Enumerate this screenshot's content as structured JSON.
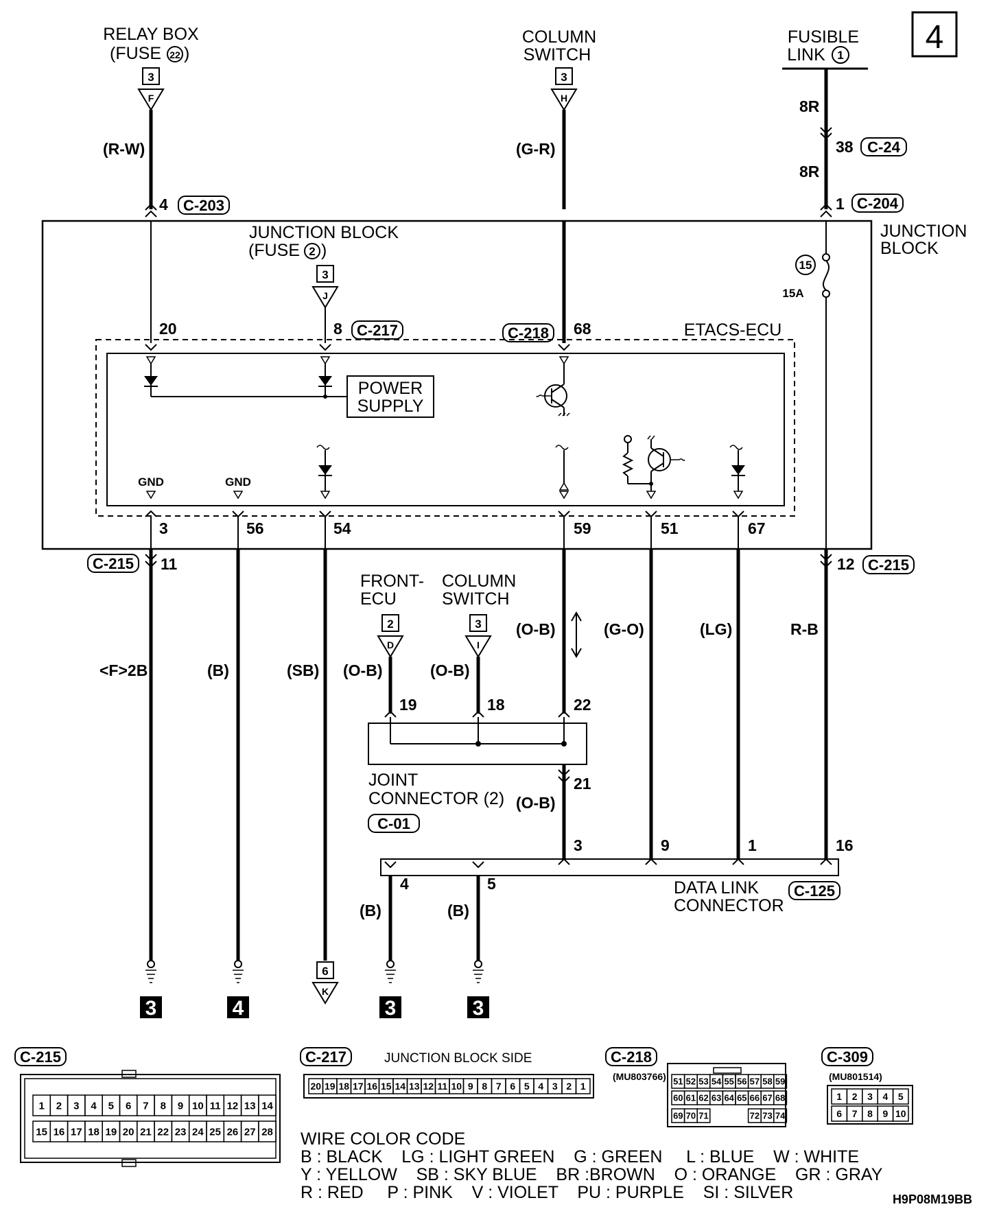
{
  "page_number": "4",
  "figure_id": "H9P08M19BB",
  "top_sources": {
    "relay_box": {
      "line1": "RELAY BOX",
      "line2": "(FUSE",
      "fuse": "22",
      "line2_end": ")",
      "page": "3",
      "connector": "F"
    },
    "column_switch": {
      "line1": "COLUMN",
      "line2": "SWITCH",
      "page": "3",
      "connector": "H"
    },
    "fusible_link": {
      "line1": "FUSIBLE",
      "line2": "LINK",
      "num": "1"
    }
  },
  "wires": {
    "rw": "(R-W)",
    "gr": "(G-R)",
    "r8a": "8R",
    "r8b": "8R",
    "f2b": "<F>2B",
    "b1": "(B)",
    "sb": "(SB)",
    "ob1": "(O-B)",
    "ob2": "(O-B)",
    "ob3": "(O-B)",
    "go": "(G-O)",
    "lg": "(LG)",
    "rb": "R-B",
    "ob4": "(O-B)",
    "b2": "(B)",
    "b3": "(B)"
  },
  "connectors": {
    "c203": "C-203",
    "c204": "C-204",
    "c24": "C-24",
    "c217": "C-217",
    "c218": "C-218",
    "c215a": "C-215",
    "c215b": "C-215",
    "c01": "C-01",
    "c125": "C-125"
  },
  "pins": {
    "p4": "4",
    "p1": "1",
    "p38": "38",
    "p20": "20",
    "p8": "8",
    "p68": "68",
    "p3": "3",
    "p56": "56",
    "p54": "54",
    "p59": "59",
    "p51": "51",
    "p67": "67",
    "p11": "11",
    "p12": "12",
    "p19": "19",
    "p18": "18",
    "p22": "22",
    "p21": "21",
    "d3": "3",
    "d9": "9",
    "d1": "1",
    "d16": "16",
    "d4": "4",
    "d5": "5"
  },
  "junction_block": {
    "label1": "JUNCTION",
    "label2": "BLOCK",
    "fuse_label1": "JUNCTION BLOCK",
    "fuse_label2": "(FUSE",
    "fuse_num": "2",
    "fuse_label2_end": ")",
    "fuse_page": "3",
    "fuse_connector": "J",
    "fuse15": "15",
    "fuse15_amp": "15A"
  },
  "etacs": {
    "label": "ETACS-ECU",
    "power1": "POWER",
    "power2": "SUPPLY",
    "gnd1": "GND",
    "gnd2": "GND"
  },
  "mid_sources": {
    "front_ecu": {
      "line1": "FRONT-",
      "line2": "ECU",
      "page": "2",
      "connector": "D"
    },
    "column_switch2": {
      "line1": "COLUMN",
      "line2": "SWITCH",
      "page": "3",
      "connector": "I"
    }
  },
  "joint_connector": {
    "line1": "JOINT",
    "line2": "CONNECTOR (2)"
  },
  "data_link": {
    "line1": "DATA LINK",
    "line2": "CONNECTOR"
  },
  "grounds": {
    "g1": "3",
    "g2": "4",
    "g3": "3",
    "g4": "3",
    "ref_page": "6",
    "ref_conn": "K"
  },
  "connector_views": {
    "c215": {
      "name": "C-215",
      "row1": [
        "1",
        "2",
        "3",
        "4",
        "5",
        "6",
        "7",
        "8",
        "9",
        "10",
        "11",
        "12",
        "13",
        "14"
      ],
      "row2": [
        "15",
        "16",
        "17",
        "18",
        "19",
        "20",
        "21",
        "22",
        "23",
        "24",
        "25",
        "26",
        "27",
        "28"
      ]
    },
    "c217": {
      "name": "C-217",
      "side": "JUNCTION BLOCK SIDE",
      "pins": [
        "20",
        "19",
        "18",
        "17",
        "16",
        "15",
        "14",
        "13",
        "12",
        "11",
        "10",
        "9",
        "8",
        "7",
        "6",
        "5",
        "4",
        "3",
        "2",
        "1"
      ]
    },
    "c218": {
      "name": "C-218",
      "part": "(MU803766)",
      "row1": [
        "51",
        "52",
        "53",
        "54",
        "55",
        "56",
        "57",
        "58",
        "59"
      ],
      "row2": [
        "60",
        "61",
        "62",
        "63",
        "64",
        "65",
        "66",
        "67",
        "68"
      ],
      "row3a": [
        "69",
        "70",
        "71"
      ],
      "row3b": [
        "72",
        "73",
        "74"
      ]
    },
    "c309": {
      "name": "C-309",
      "part": "(MU801514)",
      "row1": [
        "1",
        "2",
        "3",
        "4",
        "5"
      ],
      "row2": [
        "6",
        "7",
        "8",
        "9",
        "10"
      ]
    }
  },
  "color_code": {
    "title": "WIRE COLOR CODE",
    "line1": "B : BLACK    LG : LIGHT GREEN    G : GREEN     L : BLUE    W : WHITE",
    "line2": "Y : YELLOW    SB : SKY BLUE    BR :BROWN    O : ORANGE    GR : GRAY",
    "line3": "R : RED     P : PINK    V : VIOLET    PU : PURPLE    SI : SILVER"
  }
}
